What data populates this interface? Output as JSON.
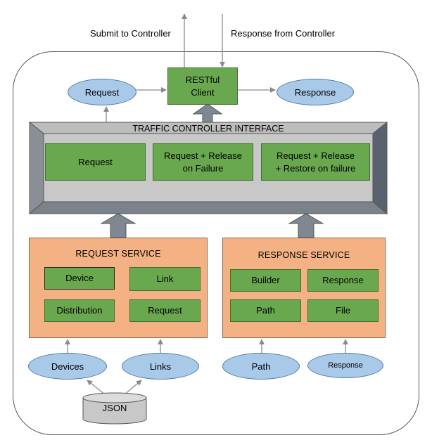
{
  "top": {
    "submit_label": "Submit to Controller",
    "response_label": "Response from Controller"
  },
  "client_row": {
    "request": "Request",
    "restful_line1": "RESTful",
    "restful_line2": "Client",
    "response": "Response"
  },
  "tci": {
    "title": "TRAFFIC CONTROLLER INTERFACE",
    "boxes": [
      {
        "line1": "Request",
        "line2": ""
      },
      {
        "line1": "Request + Release",
        "line2": "on Failure"
      },
      {
        "line1": "Request + Release",
        "line2": "+ Restore on failure"
      }
    ]
  },
  "request_service": {
    "title": "REQUEST SERVICE",
    "items": [
      "Device",
      "Link",
      "Distribution",
      "Request"
    ]
  },
  "response_service": {
    "title": "RESPONSE SERVICE",
    "items": [
      "Builder",
      "Response",
      "Path",
      "File"
    ]
  },
  "inputs": {
    "devices": "Devices",
    "links": "Links",
    "path": "Path",
    "response": "Response",
    "json": "JSON"
  },
  "colors": {
    "green": "#6aa84f",
    "blue": "#a9c9e8",
    "orange": "#f4b183",
    "gray": "#c8c8c8"
  }
}
